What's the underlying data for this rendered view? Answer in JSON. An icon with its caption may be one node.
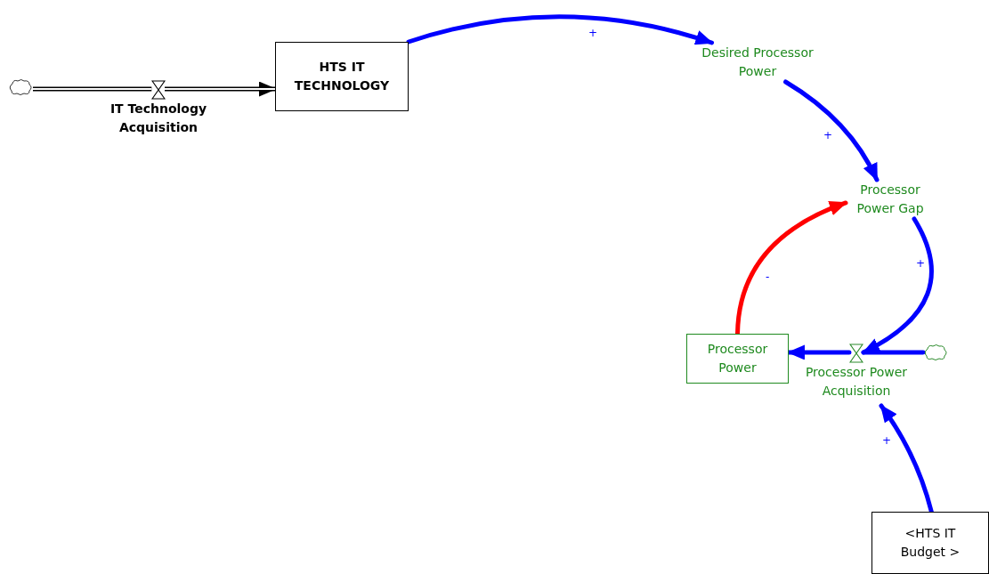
{
  "diagram": {
    "nodes": [
      {
        "text": [],
        "shape": "cloud"
      },
      {
        "text": [
          "IT Technology Acquisition"
        ]
      },
      {
        "text": [
          "HTS IT TECHNOLOGY"
        ]
      },
      {
        "text": [
          "Desired Processor Power"
        ]
      },
      {
        "text": [
          "Processor Power Gap"
        ]
      },
      {
        "text": [
          "Processor Power"
        ]
      },
      {
        "text": [
          "Processor Power Acquisition"
        ]
      },
      {
        "text": [],
        "shape": "cloud"
      },
      {
        "text": [
          "<HTS IT Budget >"
        ]
      }
    ],
    "edges": [
      {
        "from": 0,
        "to": 1,
        "arrow": "none",
        "color": "#000000"
      },
      {
        "from": 1,
        "to": 2,
        "arrow": "to",
        "color": "#000000"
      },
      {
        "from": 2,
        "to": 3,
        "arrow": "to",
        "label": "+"
      },
      {
        "from": 3,
        "to": 4,
        "arrow": "to",
        "label": "+"
      },
      {
        "from": 4,
        "to": 6,
        "arrow": "to",
        "label": "+"
      },
      {
        "from": 5,
        "to": 4,
        "arrow": "to",
        "label": "-",
        "color": "#ff0000"
      },
      {
        "from": 7,
        "to": 6,
        "arrow": "none"
      },
      {
        "from": 6,
        "to": 5,
        "arrow": "to"
      },
      {
        "from": 8,
        "to": 6,
        "arrow": "to",
        "label": "+"
      }
    ]
  }
}
